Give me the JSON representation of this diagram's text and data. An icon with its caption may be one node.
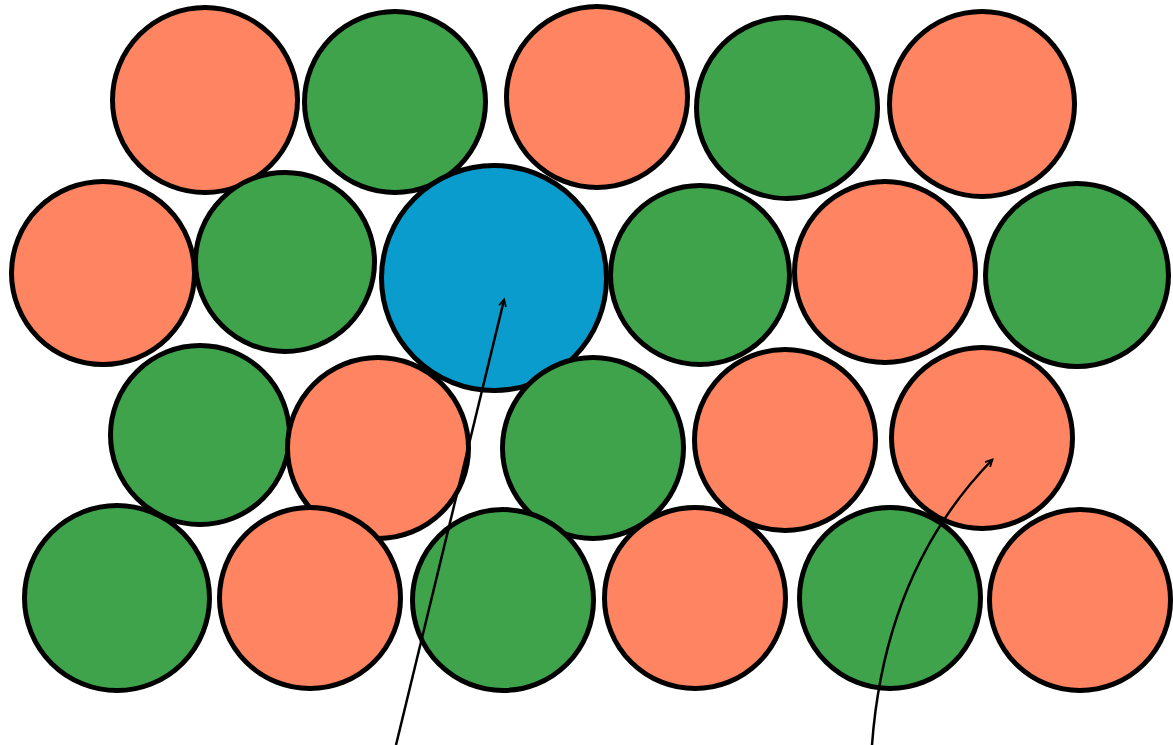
{
  "diagram": {
    "nodes": [
      {
        "text": [],
        "shape": "circle"
      },
      {
        "text": [],
        "shape": "circle"
      },
      {
        "text": [],
        "shape": "circle"
      },
      {
        "text": [],
        "shape": "circle"
      },
      {
        "text": [],
        "shape": "circle"
      },
      {
        "text": [],
        "shape": "circle"
      },
      {
        "text": [],
        "shape": "circle"
      },
      {
        "text": [],
        "shape": "circle"
      },
      {
        "text": [],
        "shape": "circle"
      },
      {
        "text": [],
        "shape": "circle"
      },
      {
        "text": [],
        "shape": "circle"
      },
      {
        "text": [],
        "shape": "circle"
      },
      {
        "text": [],
        "shape": "circle"
      },
      {
        "text": [],
        "shape": "circle"
      },
      {
        "text": [],
        "shape": "circle"
      },
      {
        "text": [],
        "shape": "circle"
      },
      {
        "text": [],
        "shape": "circle"
      },
      {
        "text": [],
        "shape": "circle"
      },
      {
        "text": [],
        "shape": "circle"
      },
      {
        "text": [],
        "shape": "circle"
      },
      {
        "text": [],
        "shape": "circle"
      },
      {
        "text": [],
        "shape": "circle"
      }
    ],
    "edges": [
      {
        "from": null,
        "to": 7,
        "arrow": "to"
      },
      {
        "from": null,
        "to": 15,
        "arrow": "to"
      }
    ]
  }
}
